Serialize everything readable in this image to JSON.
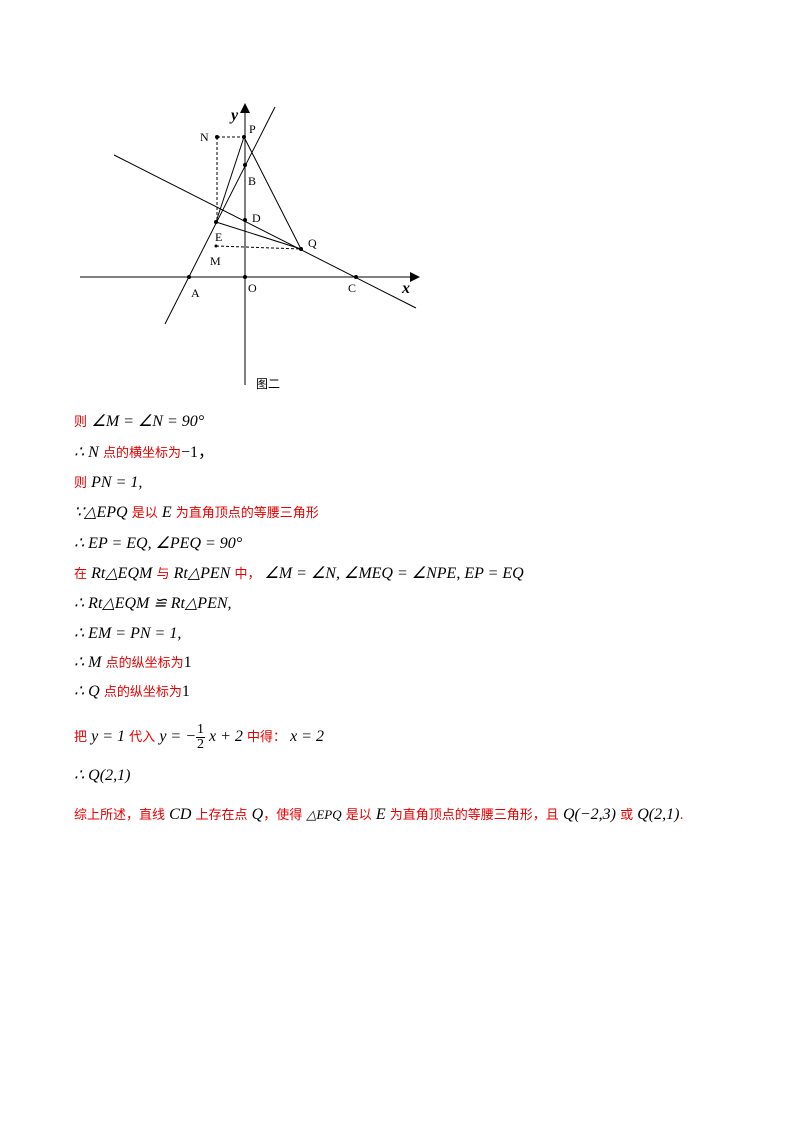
{
  "figure": {
    "caption": "图二",
    "labels": {
      "y": "y",
      "x": "x",
      "P": "P",
      "N": "N",
      "B": "B",
      "D": "D",
      "E": "E",
      "Q": "Q",
      "M": "M",
      "A": "A",
      "O": "O",
      "C": "C"
    }
  },
  "lines": [
    {
      "red": "则",
      "math": "∠M = ∠N = 90°"
    },
    {
      "math1": "∴ N",
      "red": " 点的横坐标为",
      "math2": "−1，"
    },
    {
      "red": "则 ",
      "math": "PN = 1,"
    },
    {
      "math1": "∵△EPQ",
      "red1": " 是以 ",
      "math2": "E",
      "red2": " 为直角顶点的等腰三角形"
    },
    {
      "math": "∴ EP = EQ, ∠PEQ = 90°"
    },
    {
      "red1": "在 ",
      "math1": "Rt△EQM",
      "red2": " 与 ",
      "math2": "Rt△PEN",
      "red3": " 中，",
      "math3": " ∠M = ∠N, ∠MEQ = ∠NPE, EP = EQ"
    },
    {
      "math": "∴ Rt△EQM ≌ Rt△PEN,"
    },
    {
      "math": "∴ EM = PN = 1,"
    },
    {
      "math1": "∴ M",
      "red": " 点的纵坐标为",
      "math2": "1"
    },
    {
      "math1": "∴ Q",
      "red": " 点的纵坐标为",
      "math2": "1"
    },
    {
      "red1": "把 ",
      "math1": "y = 1",
      "red2": " 代入 ",
      "math2": "y = −",
      "frac_num": "1",
      "frac_den": "2",
      "math3": " x + 2",
      "red3": " 中得：",
      "math4": " x = 2"
    },
    {
      "math": "∴ Q(2,1)"
    },
    {
      "red1": "综上所述，直线 ",
      "math1": "CD",
      "red2": " 上存在点 ",
      "math2": "Q",
      "red3": "，使得 ",
      "math3": "△EPQ",
      "red4": " 是以 ",
      "math4": "E",
      "red5": " 为直角顶点的等腰三角形，且 ",
      "math5": "Q(−2,3)",
      "red6": " 或 ",
      "math6": "Q(2,1)",
      "red7": "."
    }
  ]
}
